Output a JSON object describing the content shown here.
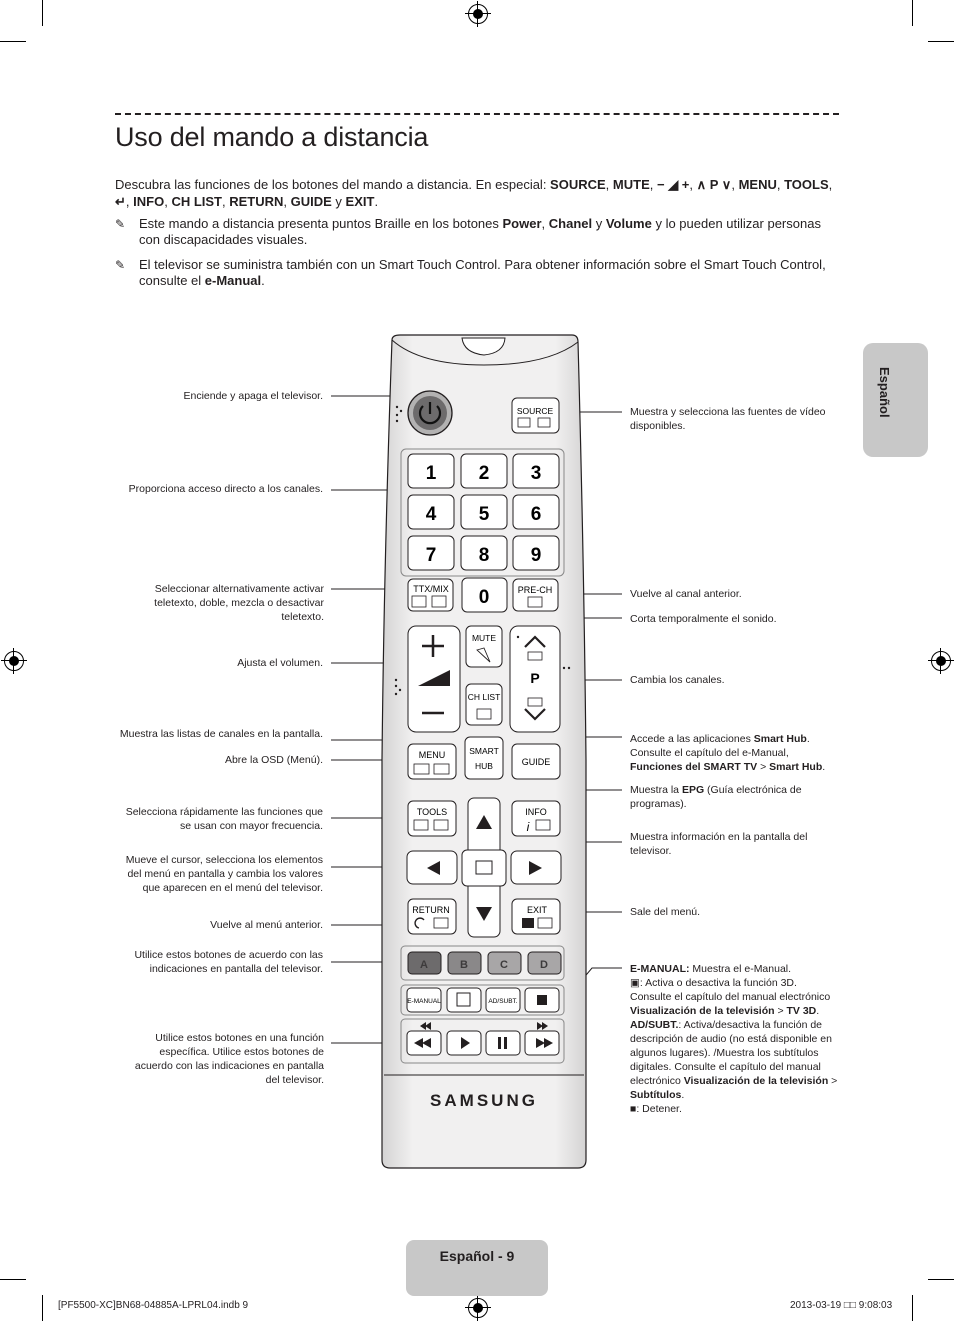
{
  "page": {
    "title": "Uso del mando a distancia",
    "intro_html": "Descubra las funciones de los botones del mando a distancia. En especial: <b>SOURCE</b>, <b>MUTE</b>, <b>− ◢ +</b>, <b>∧ P ∨</b>, <b>MENU</b>, <b>TOOLS</b>, <b>↵</b>, <b>INFO</b>, <b>CH LIST</b>, <b>RETURN</b>, <b>GUIDE</b> y <b>EXIT</b>.",
    "note1_html": "Este mando a distancia presenta puntos Braille en los botones <b>Power</b>, <b>Chanel</b> y <b>Volume</b> y lo pueden utilizar personas con discapacidades visuales.",
    "note2_html": "El televisor se suministra también con un Smart Touch Control. Para obtener información sobre el Smart Touch Control, consulte el <b>e-Manual</b>.",
    "note_icon": "pencil-note-icon",
    "side_tab": "Español",
    "footer_page": "Español - 9",
    "footer_file": "[PF5500-XC]BN68-04885A-LPRL04.indb   9",
    "footer_date": "2013-03-19   □□ 9:08:03"
  },
  "labels_left": [
    {
      "id": "power",
      "text": "Enciende y apaga el televisor."
    },
    {
      "id": "numbers",
      "text": "Proporciona acceso directo a los canales."
    },
    {
      "id": "ttx",
      "text": "Seleccionar alternativamente activar teletexto, doble, mezcla o desactivar teletexto."
    },
    {
      "id": "vol",
      "text": "Ajusta el volumen."
    },
    {
      "id": "chlist",
      "text": "Muestra las listas de canales en la pantalla."
    },
    {
      "id": "menu",
      "text": "Abre la OSD (Menú)."
    },
    {
      "id": "tools",
      "text": "Selecciona rápidamente las funciones que se usan con mayor frecuencia."
    },
    {
      "id": "cursor",
      "text": "Mueve el cursor, selecciona los elementos del menú en pantalla y cambia los valores que aparecen en el menú del televisor."
    },
    {
      "id": "return",
      "text": "Vuelve al menú anterior."
    },
    {
      "id": "colors",
      "text": "Utilice estos botones de acuerdo con las indicaciones en pantalla del televisor."
    },
    {
      "id": "media",
      "text": "Utilice estos botones en una función específica. Utilice estos botones de acuerdo con las indicaciones en pantalla del televisor."
    }
  ],
  "labels_right": [
    {
      "id": "source",
      "html": "Muestra y selecciona las fuentes de vídeo disponibles."
    },
    {
      "id": "prech",
      "html": "Vuelve al canal anterior."
    },
    {
      "id": "mute",
      "html": "Corta temporalmente el sonido."
    },
    {
      "id": "ch",
      "html": "Cambia los canales."
    },
    {
      "id": "smarthub",
      "html": "Accede a las aplicaciones <b>Smart Hub</b>. Consulte el capítulo del e-Manual, <b>Funciones del SMART TV</b> &gt; <b>Smart Hub</b>."
    },
    {
      "id": "guide",
      "html": "Muestra la <b>EPG</b> (Guía electrónica de programas)."
    },
    {
      "id": "info",
      "html": "Muestra información en la pantalla del televisor."
    },
    {
      "id": "exit",
      "html": "Sale del menú."
    },
    {
      "id": "emanual",
      "html": "<b>E-MANUAL:</b> Muestra el e-Manual.<br>▣: Activa o desactiva la función 3D. Consulte el capítulo del manual electrónico <b>Visualización de la televisión</b> &gt; <b>TV 3D</b>.<br><b>AD/SUBT.</b>: Activa/desactiva la función de descripción de audio (no está disponible en algunos lugares). /Muestra los subtítulos digitales. Consulte el capítulo del manual electrónico <b>Visualización de la televisión</b> &gt; <b>Subtítulos</b>.<br>■: Detener."
    }
  ],
  "remote": {
    "source": "SOURCE",
    "digits": [
      "1",
      "2",
      "3",
      "4",
      "5",
      "6",
      "7",
      "8",
      "9",
      "0"
    ],
    "ttx": "TTX/MIX",
    "prech": "PRE-CH",
    "mute": "MUTE",
    "chlist": "CH LIST",
    "p": "P",
    "menu": "MENU",
    "smart": "SMART",
    "hub": "HUB",
    "guide": "GUIDE",
    "tools": "TOOLS",
    "info": "INFO",
    "return": "RETURN",
    "exit": "EXIT",
    "colors": [
      "A",
      "B",
      "C",
      "D"
    ],
    "emanual": "E-MANUAL",
    "adsubt": "AD/SUBT.",
    "brand": "SAMSUNG"
  },
  "colors": {
    "button_dark": "#6d6b6c",
    "button_gray": "#a8a6a7",
    "body": "#e9e8e8",
    "tab": "#c8c8c8"
  }
}
